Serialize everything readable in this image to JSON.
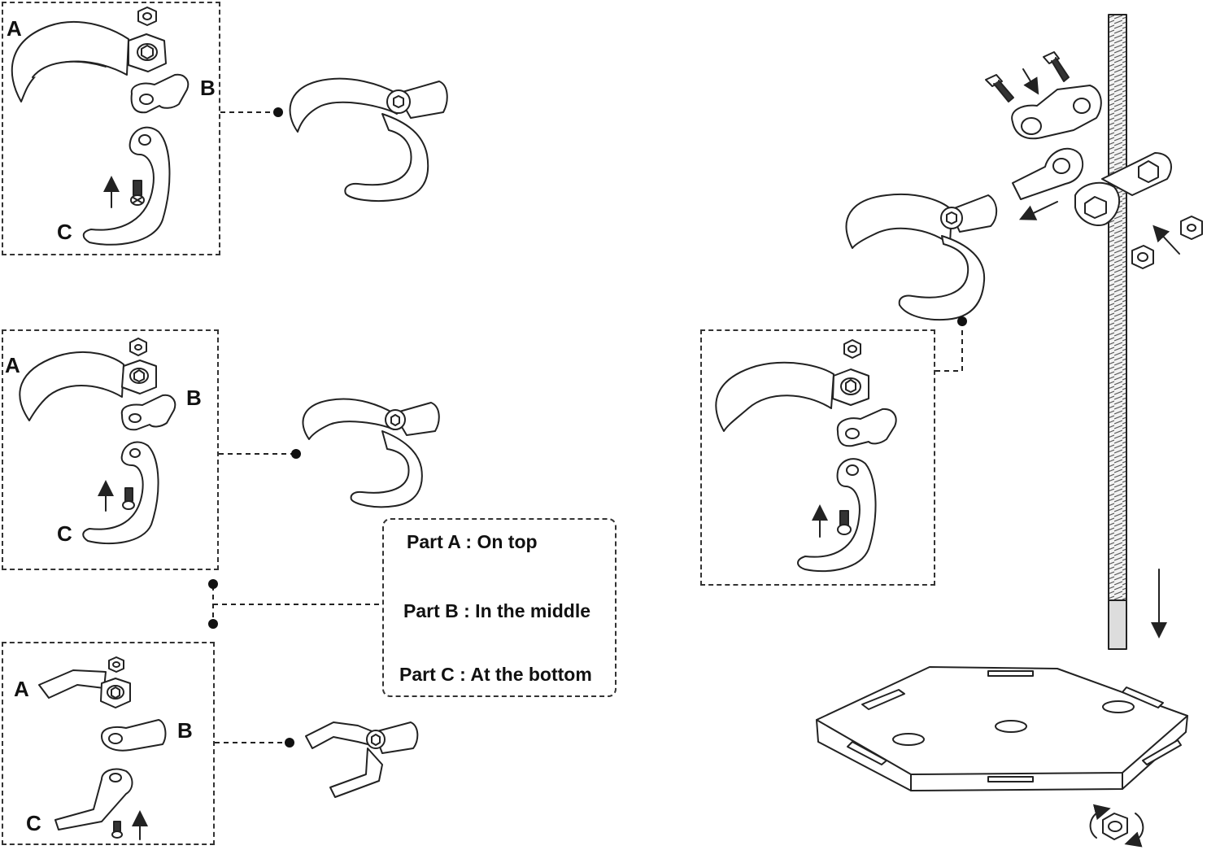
{
  "part_labels": {
    "top": {
      "a": "A",
      "b": "B",
      "c": "C"
    },
    "middle": {
      "a": "A",
      "b": "B",
      "c": "C"
    },
    "bottom": {
      "a": "A",
      "b": "B",
      "c": "C"
    }
  },
  "legend": {
    "part_a": "Part A : On top",
    "part_b": "Part B : In the middle",
    "part_c": "Part C : At the bottom"
  },
  "colors": {
    "line": "#222222",
    "fill": "#ffffff",
    "rod": "#d9d9d9"
  }
}
